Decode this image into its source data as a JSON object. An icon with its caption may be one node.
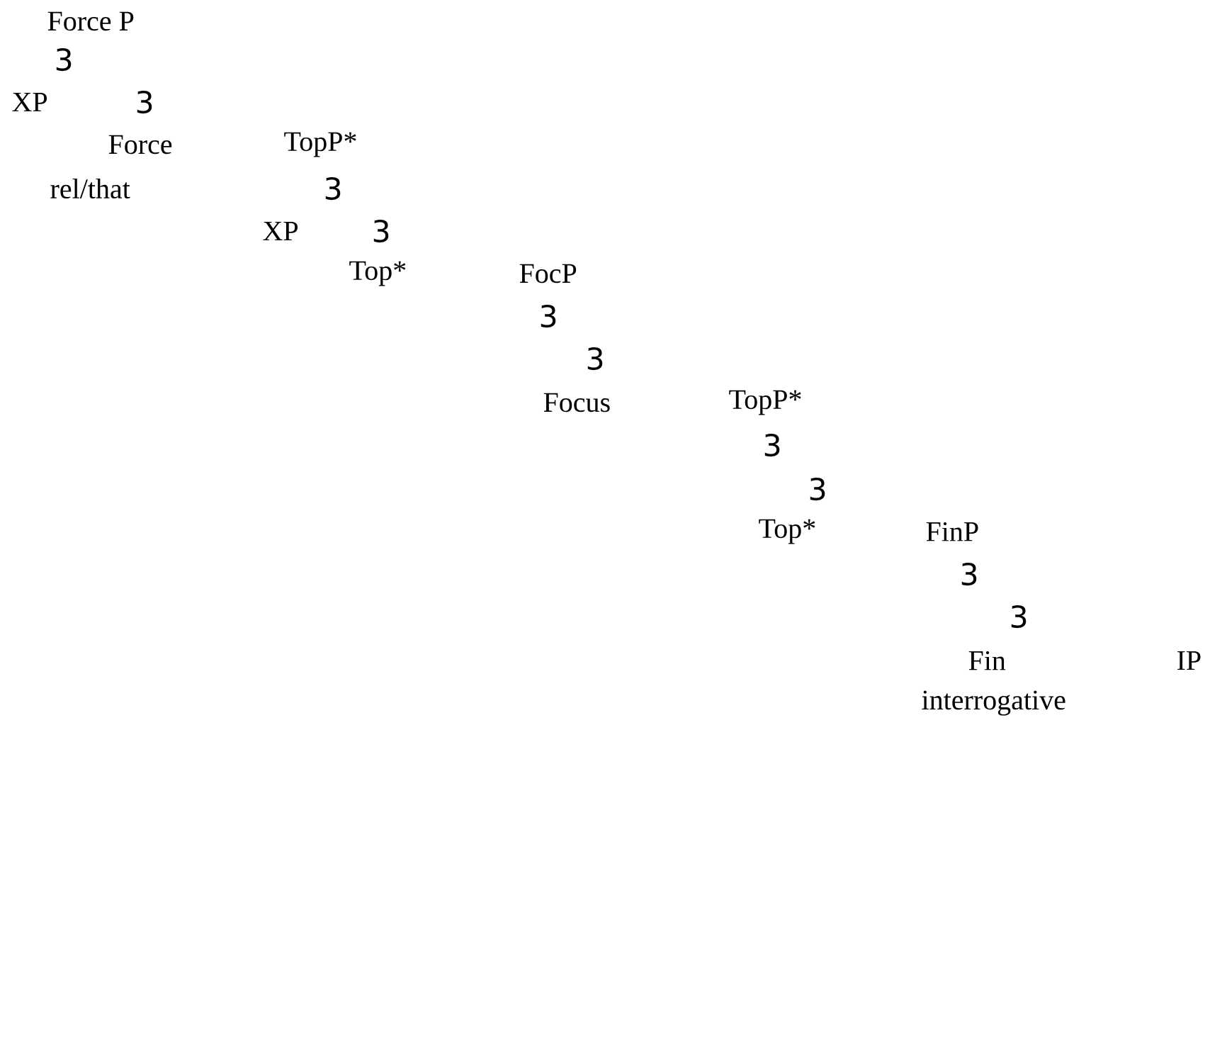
{
  "diagram": {
    "labels": [
      "Force P",
      "3",
      "XP",
      "3",
      "Force",
      "TopP*",
      "rel/that",
      "3",
      "XP",
      "3",
      "Top*",
      "FocP",
      "3",
      "3",
      "Focus",
      "TopP*",
      "3",
      "3",
      "Top*",
      "FinP",
      "3",
      "3",
      "Fin",
      "IP",
      "interrogative"
    ]
  }
}
